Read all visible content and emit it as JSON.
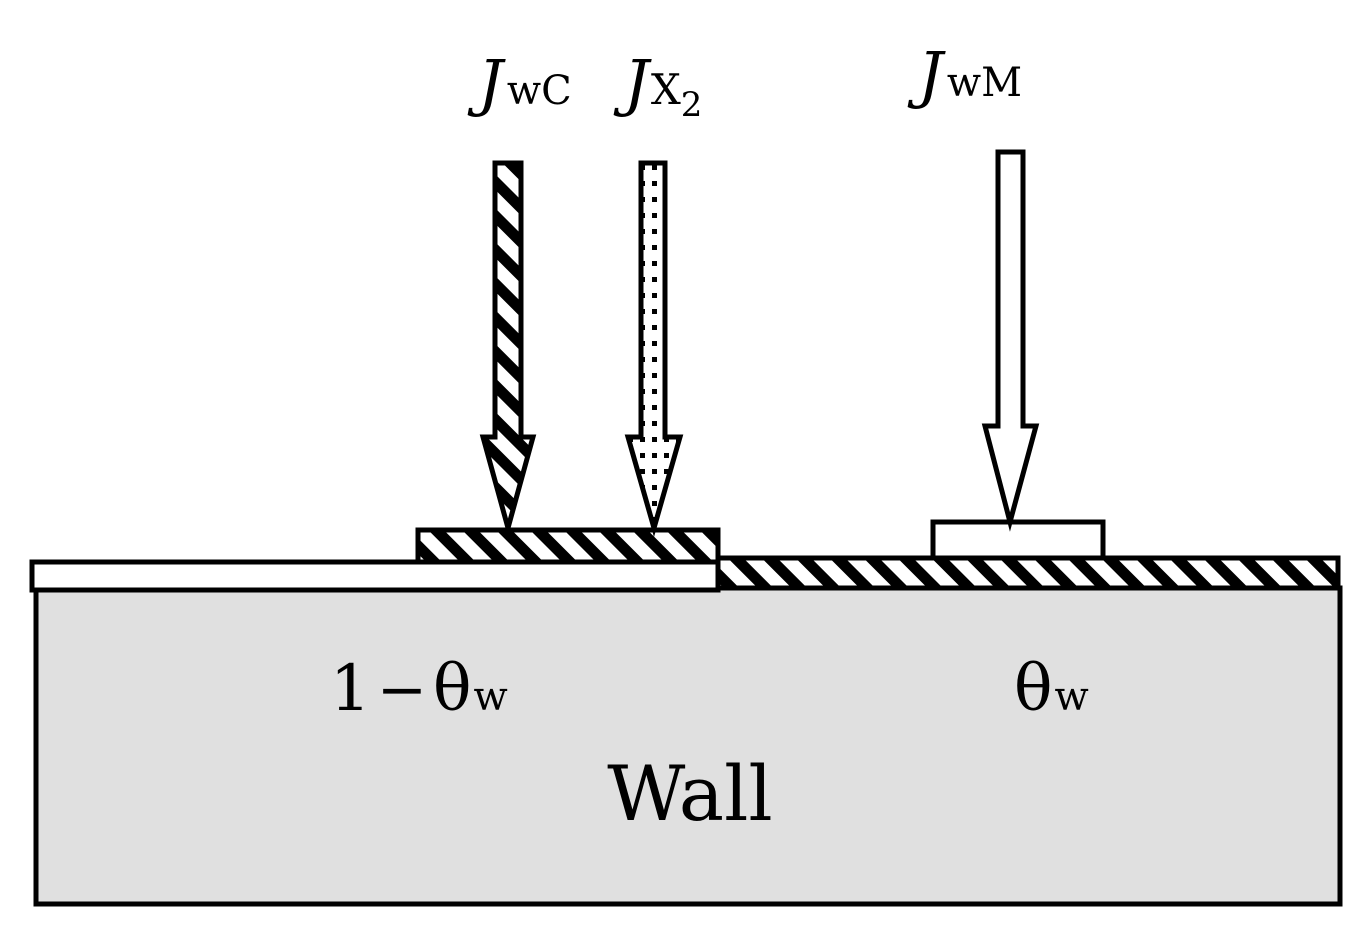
{
  "colors": {
    "stroke": "#000000",
    "wall_fill": "#e0e0e0",
    "open_fill": "#ffffff"
  },
  "fluxes": {
    "jwc": {
      "symbol": "J",
      "subscript": "wC",
      "pattern": "hatched"
    },
    "jx2": {
      "symbol": "J",
      "subscript": "X",
      "sub_index": "2",
      "pattern": "dotted"
    },
    "jwm": {
      "symbol": "J",
      "subscript": "wM",
      "pattern": "open"
    }
  },
  "labels": {
    "one": "1",
    "minus": "−",
    "theta_left": "θ",
    "theta_left_sub": "w",
    "theta_right": "θ",
    "theta_right_sub": "w",
    "wall": "Wall"
  }
}
